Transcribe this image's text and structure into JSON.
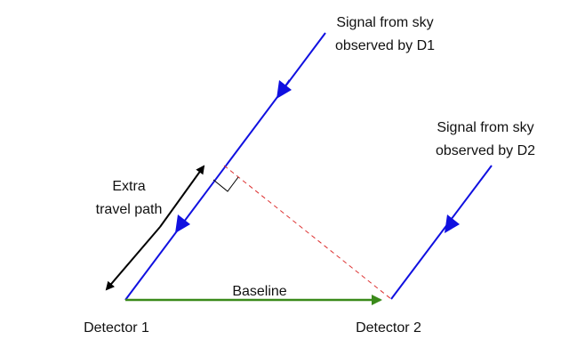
{
  "labels": {
    "signal_d1_line1": "Signal from sky",
    "signal_d1_line2": "observed by D1",
    "signal_d2_line1": "Signal from sky",
    "signal_d2_line2": "observed by D2",
    "extra_line1": "Extra",
    "extra_line2": "travel path",
    "baseline": "Baseline",
    "detector1": "Detector 1",
    "detector2": "Detector 2"
  },
  "colors": {
    "signal": "#1010e0",
    "baseline": "#3a8a1a",
    "projection": "#dd3333",
    "extra_arrow": "#000000",
    "text": "#111111"
  }
}
